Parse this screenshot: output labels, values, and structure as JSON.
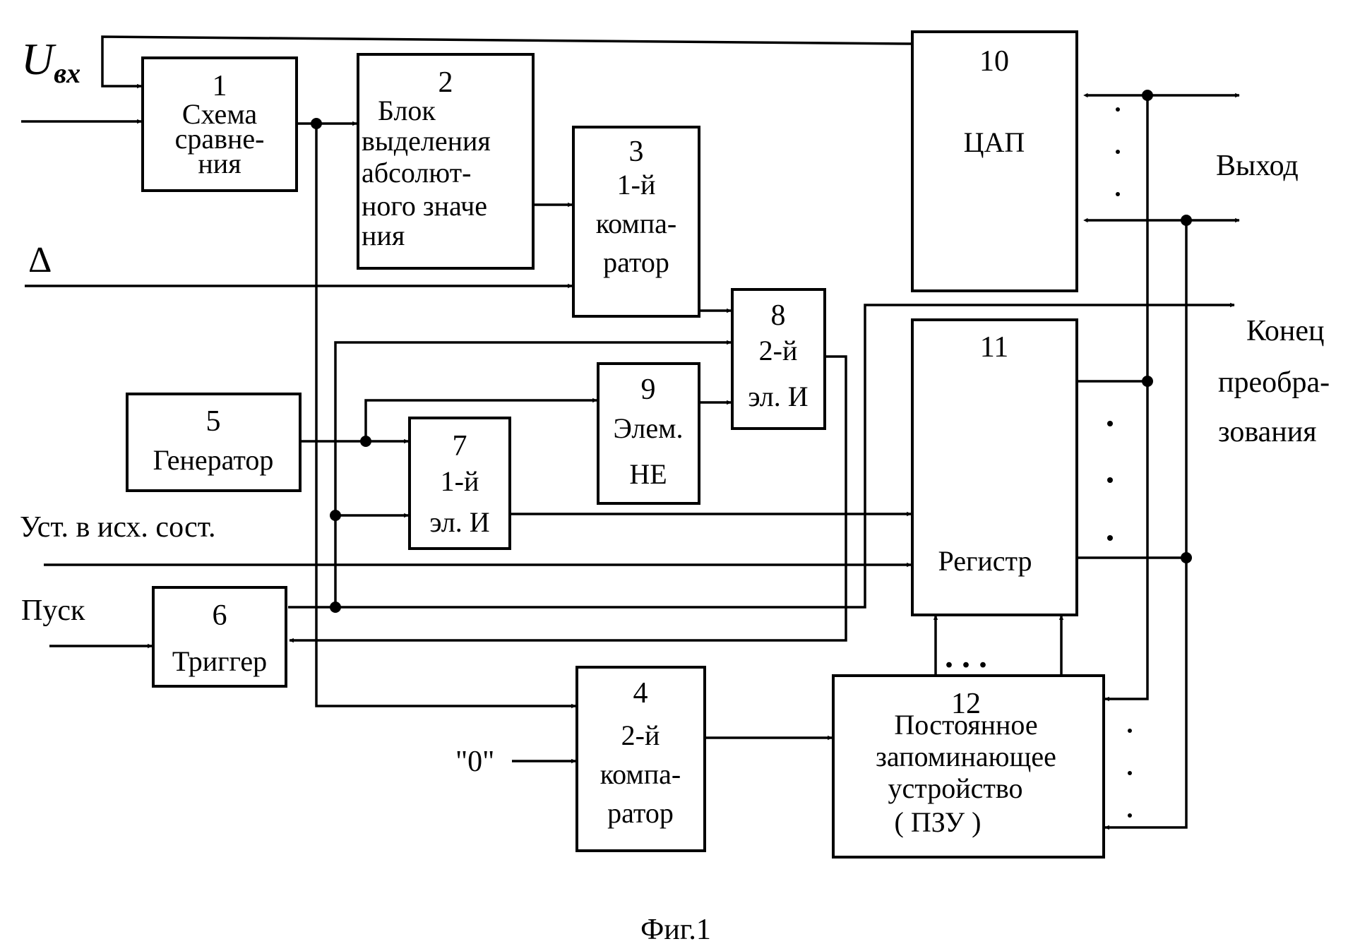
{
  "figure": {
    "caption": "Фиг.1",
    "blocks": [
      {
        "num": "1",
        "lines": [
          "Схема",
          "сравне-",
          "ния"
        ]
      },
      {
        "num": "2",
        "lines": [
          "Блок",
          "выделения",
          "абсолют-",
          "ного значе",
          "ния"
        ]
      },
      {
        "num": "3",
        "lines": [
          "1-й",
          "компа-",
          "ратор"
        ]
      },
      {
        "num": "4",
        "lines": [
          "2-й",
          "компа-",
          "ратор"
        ]
      },
      {
        "num": "5",
        "lines": [
          "Генератор"
        ]
      },
      {
        "num": "6",
        "lines": [
          "Триггер"
        ]
      },
      {
        "num": "7",
        "lines": [
          "1-й",
          "эл. И"
        ]
      },
      {
        "num": "8",
        "lines": [
          "2-й",
          "эл. И"
        ]
      },
      {
        "num": "9",
        "lines": [
          "Элем.",
          "НЕ"
        ]
      },
      {
        "num": "10",
        "lines": [
          "ЦАП"
        ]
      },
      {
        "num": "11",
        "lines": [
          "Регистр"
        ]
      },
      {
        "num": "12",
        "lines": [
          "Постоянное",
          "запоминающее",
          "устройство",
          "( ПЗУ )"
        ]
      }
    ],
    "signals": {
      "uin_main": "U",
      "uin_sub": "вх",
      "delta": "Δ",
      "reset": "Уст. в исх. сост.",
      "start": "Пуск",
      "zero": "\"0\"",
      "output": "Выход",
      "end_lines": [
        "Конец",
        "преобра-",
        "зования"
      ],
      "ellipsis": ". . ."
    }
  }
}
